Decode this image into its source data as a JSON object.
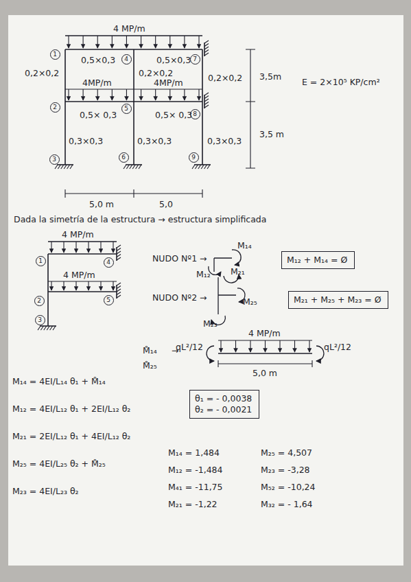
{
  "diagram": {
    "nodes": [
      {
        "text": [
          "1"
        ]
      },
      {
        "text": [
          "4"
        ]
      },
      {
        "text": [
          "7"
        ]
      },
      {
        "text": [
          "2"
        ]
      },
      {
        "text": [
          "5"
        ]
      },
      {
        "text": [
          "8"
        ]
      },
      {
        "text": [
          "3"
        ]
      },
      {
        "text": [
          "6"
        ]
      },
      {
        "text": [
          "9"
        ]
      },
      {
        "text": [
          "1"
        ]
      },
      {
        "text": [
          "4"
        ]
      },
      {
        "text": [
          "2"
        ]
      },
      {
        "text": [
          "5"
        ]
      },
      {
        "text": [
          "3"
        ]
      },
      {
        "text": [
          "M₁₂ + M₁₄ = Ø"
        ]
      },
      {
        "text": [
          "M₂₁ + M₂₅ + M₂₃ = Ø"
        ]
      },
      {
        "text": [
          "θ₁ = - 0,0038",
          "θ₂ = - 0,0021"
        ]
      }
    ],
    "labels": [
      "4 MP/m",
      "0,5×0,3",
      "0,5×0,3",
      "0,2×0,2",
      "0,2×0,2",
      "0,2×0,2",
      "4MP/m",
      "4MP/m",
      "0,5× 0,3",
      "0,5× 0,3",
      "0,3×0,3",
      "0,3×0,3",
      "0,3×0,3",
      "3,5m",
      "3,5 m",
      "E = 2×10⁵ KP/cm²",
      "5,0 m",
      "5,0",
      "Dada la simetría de la estructura → estructura simplificada",
      "4 MP/m",
      "4 MP/m",
      "NUDO Nº1 →",
      "M₁₄",
      "M₁₂",
      "NUDO Nº2 →",
      "M₂₁",
      "M₂₅",
      "M₂₃",
      "M₁₄ = 4EI/L₁₄ θ₁ + M̊₁₄",
      "M₁₂ = 4EI/L₁₂ θ₁ + 2EI/L₁₂ θ₂",
      "M₂₁ = 2EI/L₁₂ θ₁ + 4EI/L₁₂ θ₂",
      "M₂₅ = 4EI/L₂₅ θ₂ + M̊₂₅",
      "M₂₃ = 4EI/L₂₃ θ₂",
      "M̊₁₄",
      "M̊₂₅",
      "→",
      "4 MP/m",
      "qL²/12",
      "qL²/12",
      "5,0 m",
      "M₁₄ = 1,484",
      "M₁₂ = -1,484",
      "M₄₁ = -11,75",
      "M₂₁ = -1,22",
      "M₂₅ = 4,507",
      "M₂₃ = -3,28",
      "M₅₂ = -10,24",
      "M₃₂ = - 1,64"
    ]
  }
}
